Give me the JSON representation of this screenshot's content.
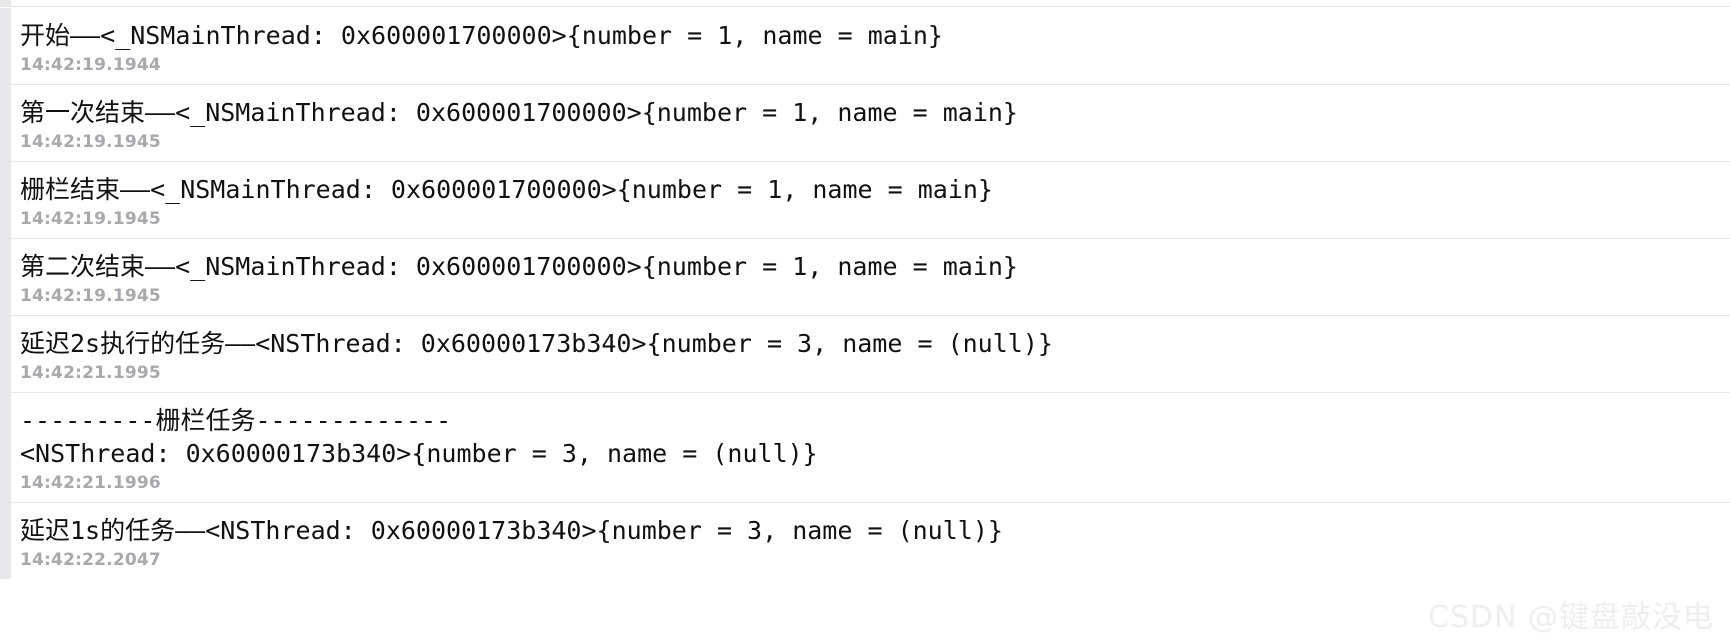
{
  "app": {
    "view_name": "console-log-output",
    "background_color": "#ffffff",
    "text_color": "#111113",
    "timestamp_color": "#a8a8ad",
    "separator_color": "#e6e6e8",
    "gutter_color": "#e8e8ea"
  },
  "watermark": {
    "text": "CSDN @键盘敲没电"
  },
  "log": {
    "entries": [
      {
        "message": "开始——<_NSMainThread: 0x600001700000>{number = 1, name = main}",
        "time": "14:42:19.1944"
      },
      {
        "message": "第一次结束——<_NSMainThread: 0x600001700000>{number = 1, name = main}",
        "time": "14:42:19.1945"
      },
      {
        "message": "栅栏结束——<_NSMainThread: 0x600001700000>{number = 1, name = main}",
        "time": "14:42:19.1945"
      },
      {
        "message": "第二次结束——<_NSMainThread: 0x600001700000>{number = 1, name = main}",
        "time": "14:42:19.1945"
      },
      {
        "message": "延迟2s执行的任务——<NSThread: 0x60000173b340>{number = 3, name = (null)}",
        "time": "14:42:21.1995"
      },
      {
        "message": "---------栅栏任务-------------\n<NSThread: 0x60000173b340>{number = 3, name = (null)}",
        "time": "14:42:21.1996"
      },
      {
        "message": "延迟1s的任务——<NSThread: 0x60000173b340>{number = 3, name = (null)}",
        "time": "14:42:22.2047"
      }
    ]
  }
}
